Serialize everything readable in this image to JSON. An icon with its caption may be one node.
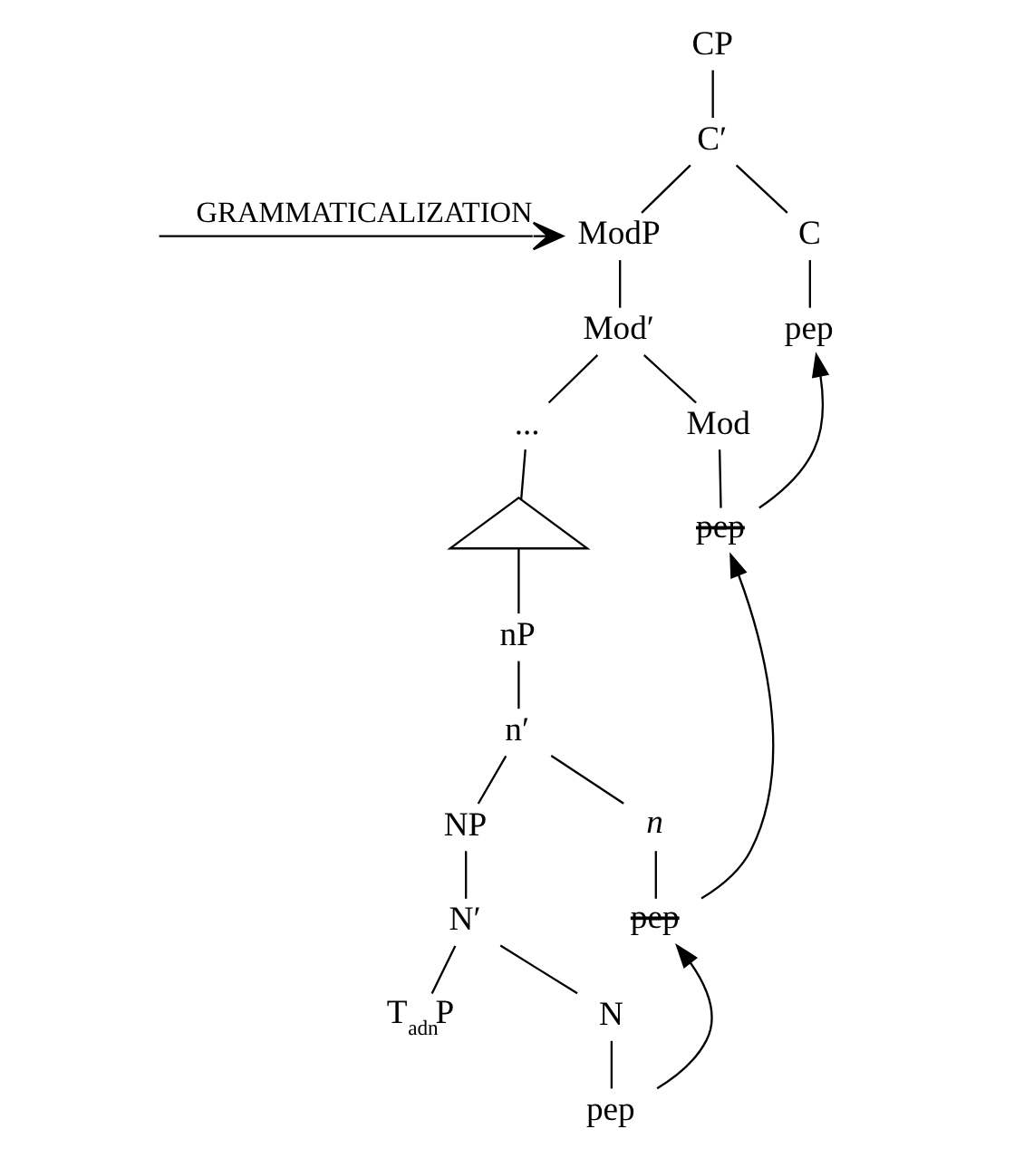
{
  "diagram": {
    "nodes": [
      {
        "text": [
          "CP"
        ]
      },
      {
        "text": [
          "C′"
        ]
      },
      {
        "text": [
          "ModP"
        ]
      },
      {
        "text": [
          "C"
        ]
      },
      {
        "text": [
          "pep"
        ]
      },
      {
        "text": [
          "Mod′"
        ]
      },
      {
        "text": [
          "..."
        ]
      },
      {
        "text": [
          "Mod"
        ]
      },
      {
        "text": [],
        "shape": "triangle"
      },
      {
        "text": [
          "nP"
        ]
      },
      {
        "text": [
          "pep"
        ]
      },
      {
        "text": [
          "n′"
        ]
      },
      {
        "text": [
          "NP"
        ]
      },
      {
        "text": [
          "n"
        ]
      },
      {
        "text": [
          "N′"
        ]
      },
      {
        "text": [
          "pep"
        ]
      },
      {
        "text": [
          "T$_{adn}$P"
        ]
      },
      {
        "text": [
          "N"
        ]
      },
      {
        "text": [
          "pep"
        ]
      }
    ],
    "edges": [
      {
        "from": 0,
        "to": 1,
        "arrow": "none"
      },
      {
        "from": 1,
        "to": 2,
        "arrow": "none"
      },
      {
        "from": 1,
        "to": 3,
        "arrow": "none"
      },
      {
        "from": 3,
        "to": 4,
        "arrow": "none"
      },
      {
        "from": 2,
        "to": 5,
        "arrow": "none"
      },
      {
        "from": 5,
        "to": 6,
        "arrow": "none"
      },
      {
        "from": 5,
        "to": 7,
        "arrow": "none"
      },
      {
        "from": 6,
        "to": 8,
        "arrow": "none"
      },
      {
        "from": 8,
        "to": 9,
        "arrow": "none"
      },
      {
        "from": 7,
        "to": 10,
        "arrow": "none"
      },
      {
        "from": 9,
        "to": 11,
        "arrow": "none"
      },
      {
        "from": 11,
        "to": 12,
        "arrow": "none"
      },
      {
        "from": 11,
        "to": 13,
        "arrow": "none"
      },
      {
        "from": 12,
        "to": 14,
        "arrow": "none"
      },
      {
        "from": 13,
        "to": 15,
        "arrow": "none"
      },
      {
        "from": 14,
        "to": 16,
        "arrow": "none"
      },
      {
        "from": 14,
        "to": 17,
        "arrow": "none"
      },
      {
        "from": 17,
        "to": 18,
        "arrow": "none"
      },
      {
        "from": 18,
        "to": 15,
        "arrow": "to"
      },
      {
        "from": 15,
        "to": 10,
        "arrow": "to"
      },
      {
        "from": 10,
        "to": 4,
        "arrow": "to"
      },
      {
        "from": null,
        "to": 2,
        "arrow": "to",
        "label": "GRAMMATICALIZATION"
      }
    ]
  }
}
